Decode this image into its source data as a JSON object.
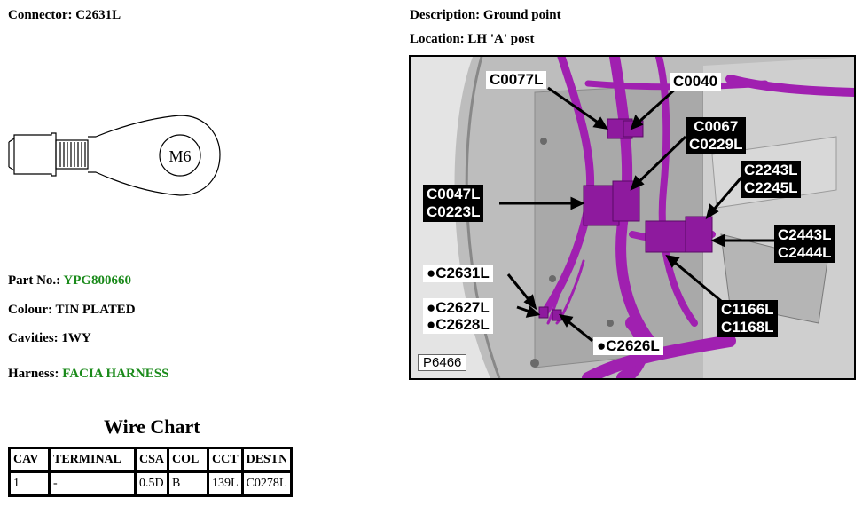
{
  "connector": {
    "label": "Connector:",
    "value": "C2631L"
  },
  "description": {
    "label": "Description:",
    "value": "Ground point"
  },
  "location": {
    "label": "Location:",
    "value": "LH 'A' post"
  },
  "terminal_drawing": {
    "stud_label": "M6"
  },
  "part_no": {
    "label": "Part No.:",
    "value": "YPG800660"
  },
  "colour": {
    "label": "Colour:",
    "value": "TIN PLATED"
  },
  "cavities": {
    "label": "Cavities:",
    "value": "1WY"
  },
  "harness": {
    "label": "Harness:",
    "value": "FACIA HARNESS"
  },
  "wire_chart": {
    "title": "Wire Chart",
    "headers": [
      "CAV",
      "TERMINAL",
      "CSA",
      "COL",
      "CCT",
      "DESTN"
    ],
    "rows": [
      [
        "1",
        "-",
        "0.5D",
        "B",
        "139L",
        "C0278L"
      ]
    ]
  },
  "photo": {
    "ref": "P6466",
    "callouts": {
      "c0077l": "C0077L",
      "c0040": "C0040",
      "c0067": "C0067",
      "c0229l": "C0229L",
      "c2243l": "C2243L",
      "c2245l": "C2245L",
      "c0047l": "C0047L",
      "c0223l": "C0223L",
      "c2443l": "C2443L",
      "c2444l": "C2444L",
      "c2631l": "C2631L",
      "c2627l": "C2627L",
      "c2628l": "C2628L",
      "c1166l": "C1166L",
      "c1168l": "C1168L",
      "c2626l": "C2626L"
    },
    "bullet": "●"
  },
  "colors": {
    "harness_magenta": "#a020b0",
    "link_green": "#1a8a1a"
  }
}
